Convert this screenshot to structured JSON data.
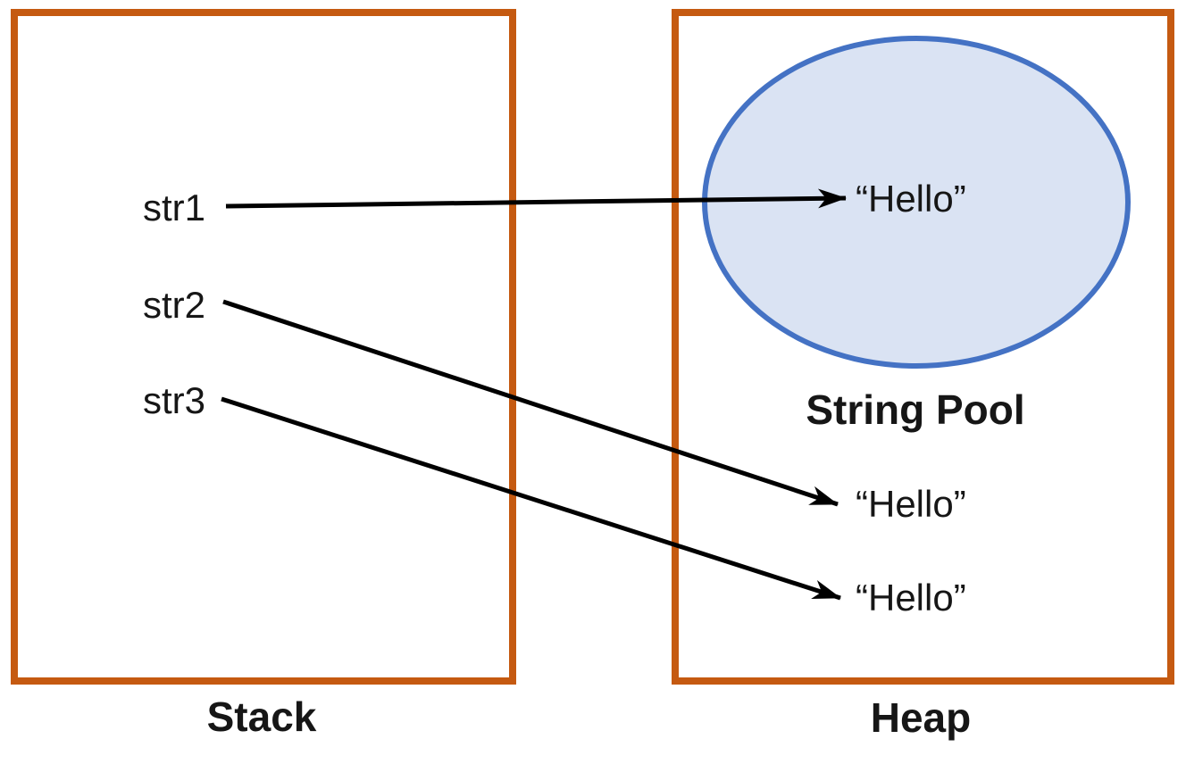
{
  "stack_box": {
    "label": "Stack",
    "variables": [
      {
        "name": "str1"
      },
      {
        "name": "str2"
      },
      {
        "name": "str3"
      }
    ]
  },
  "heap_box": {
    "label": "Heap",
    "string_pool": {
      "label": "String Pool",
      "value": "“Hello”"
    },
    "objects": [
      {
        "value": "“Hello”"
      },
      {
        "value": "“Hello”"
      }
    ]
  },
  "arrows": [
    {
      "from": "str1",
      "to": "string-pool-hello"
    },
    {
      "from": "str2",
      "to": "heap-hello-1"
    },
    {
      "from": "str3",
      "to": "heap-hello-2"
    }
  ],
  "colors": {
    "box_border": "#C55A11",
    "ellipse_border": "#4472C4",
    "ellipse_fill": "#DAE3F3",
    "arrow": "#000000",
    "text": "#161616"
  }
}
